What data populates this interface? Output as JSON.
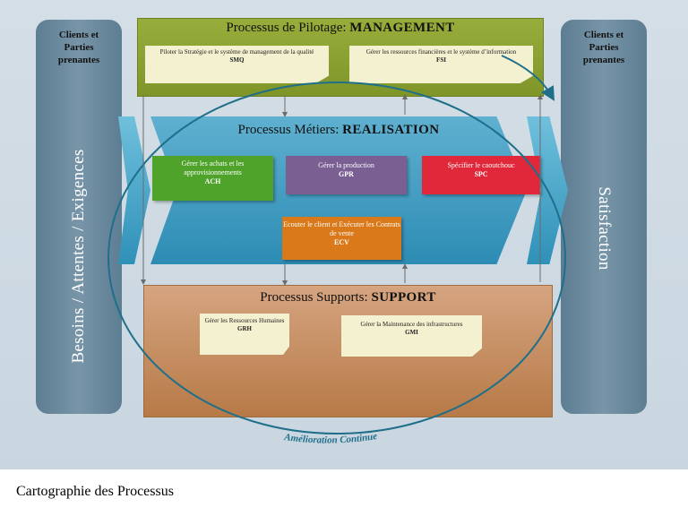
{
  "left_pillar": {
    "head_lines": [
      "Clients et",
      "Parties",
      "prenantes"
    ],
    "vertical_text": "Besoins / Attentes / Exigences"
  },
  "right_pillar": {
    "head_lines": [
      "Clients et",
      "Parties",
      "prenantes"
    ],
    "vertical_text": "Satisfaction"
  },
  "management": {
    "title_prefix": "Processus de Pilotage: ",
    "title_bold": "MANAGEMENT",
    "notes": [
      {
        "text": "Piloter la Stratégie et le système de management de la qualité",
        "code": "SMQ"
      },
      {
        "text": "Gérer les ressources financières et le système d’information",
        "code": "FSI"
      }
    ]
  },
  "realisation": {
    "title_prefix": "Processus Métiers: ",
    "title_bold": "REALISATION",
    "boxes": [
      {
        "text": "Gérer les achats et les approvisionnements",
        "code": "ACH",
        "color": "#4fa32b"
      },
      {
        "text": "Gérer la production",
        "code": "GPR",
        "color": "#7a5f93"
      },
      {
        "text": "Spécifier le caoutchouc",
        "code": "SPC",
        "color": "#e0283a"
      },
      {
        "text": "Ecouter le client et Exécuter les Contrats de vente",
        "code": "ECV",
        "color": "#d9791a"
      }
    ]
  },
  "support": {
    "title_prefix": "Processus Supports: ",
    "title_bold": "SUPPORT",
    "notes": [
      {
        "text": "Gérer les Ressources Humaines",
        "code": "GRH"
      },
      {
        "text": "Gérer la Maintenance des infrastructures",
        "code": "GMI"
      }
    ]
  },
  "cycle_label": "Amélioration Continue",
  "caption": "Cartographie des Processus",
  "colors": {
    "management": "#8da234",
    "realisation": "#3b99c0",
    "support": "#c58a5a",
    "cycle": "#1f6f8b"
  }
}
